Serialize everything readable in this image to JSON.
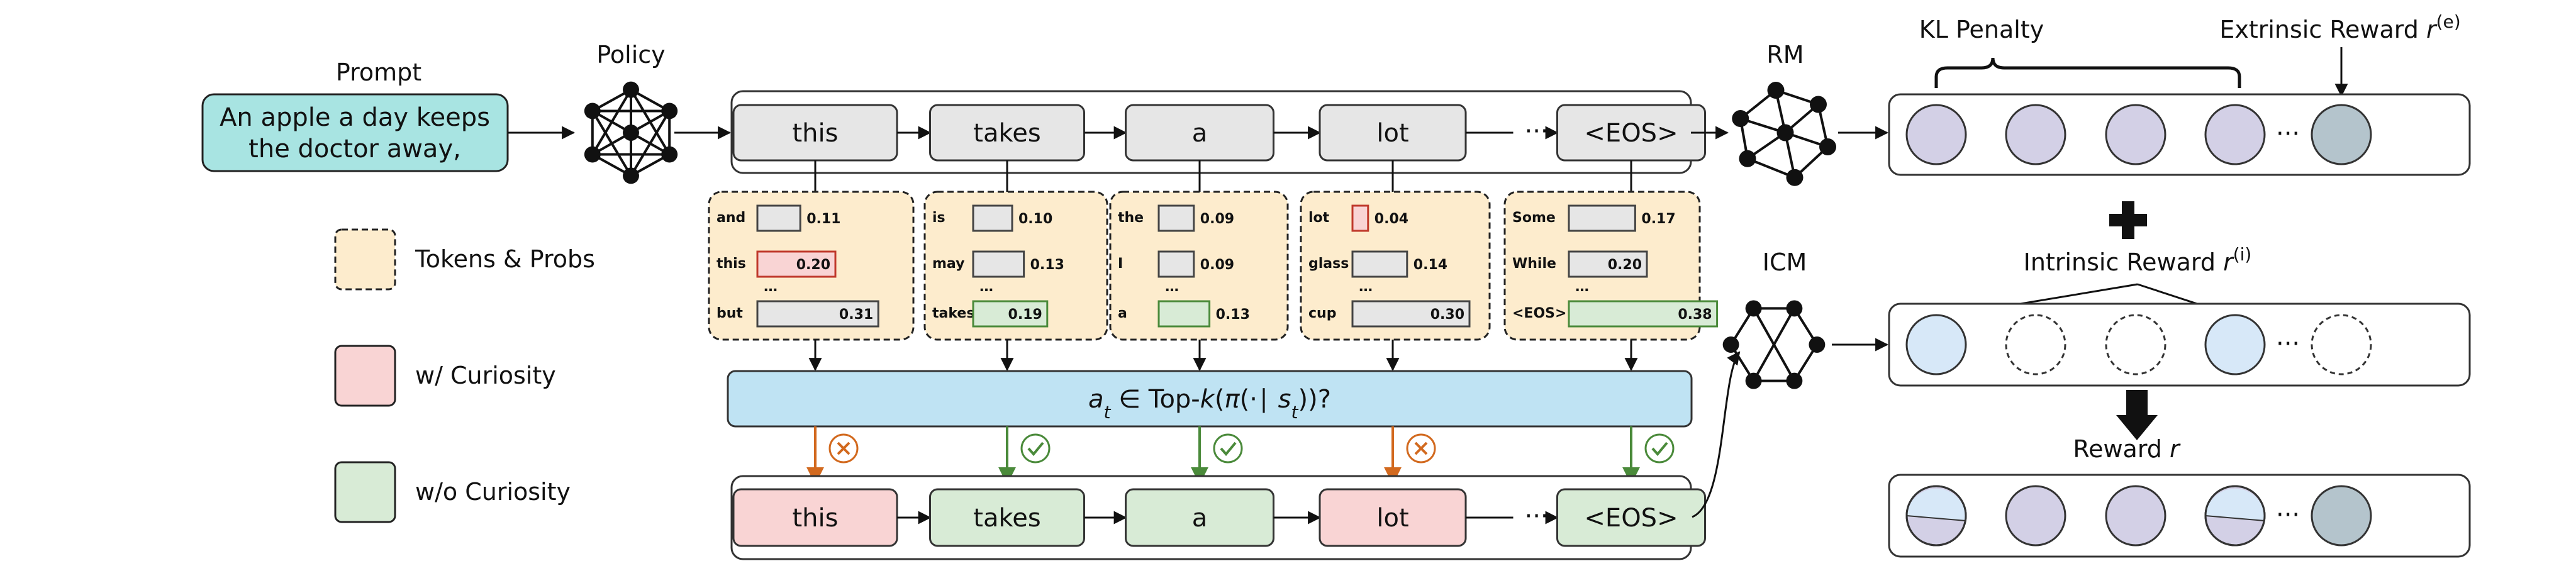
{
  "prompt": {
    "label": "Prompt",
    "text_line1": "An apple a day keeps",
    "text_line2": "the doctor away,"
  },
  "policy": {
    "label": "Policy"
  },
  "rm": {
    "label": "RM"
  },
  "icm": {
    "label": "ICM"
  },
  "legend": [
    {
      "label": "Tokens & Probs",
      "color": "#fdeccd"
    },
    {
      "label": "w/ Curiosity",
      "color": "#f9d4d4"
    },
    {
      "label": "w/o Curiosity",
      "color": "#d8ebd6"
    }
  ],
  "top_tokens": [
    "this",
    "takes",
    "a",
    "lot",
    "<EOS>"
  ],
  "ellipsis": "···",
  "bottom_tokens": [
    {
      "text": "this",
      "curious": true
    },
    {
      "text": "takes",
      "curious": false
    },
    {
      "text": "a",
      "curious": false
    },
    {
      "text": "lot",
      "curious": true
    },
    {
      "text": "<EOS>",
      "curious": false
    }
  ],
  "prob_groups": [
    {
      "rows": [
        {
          "word": "and",
          "prob": "0.11",
          "v": 0.11,
          "state": "none"
        },
        {
          "word": "this",
          "prob": "0.20",
          "v": 0.2,
          "state": "red"
        },
        {
          "word": "but",
          "prob": "0.31",
          "v": 0.31,
          "state": "none"
        }
      ]
    },
    {
      "rows": [
        {
          "word": "is",
          "prob": "0.10",
          "v": 0.1,
          "state": "none"
        },
        {
          "word": "may",
          "prob": "0.13",
          "v": 0.13,
          "state": "none"
        },
        {
          "word": "takes",
          "prob": "0.19",
          "v": 0.19,
          "state": "green"
        }
      ]
    },
    {
      "rows": [
        {
          "word": "the",
          "prob": "0.09",
          "v": 0.09,
          "state": "none"
        },
        {
          "word": "I",
          "prob": "0.09",
          "v": 0.09,
          "state": "none"
        },
        {
          "word": "a",
          "prob": "0.13",
          "v": 0.13,
          "state": "green"
        }
      ]
    },
    {
      "rows": [
        {
          "word": "lot",
          "prob": "0.04",
          "v": 0.04,
          "state": "red"
        },
        {
          "word": "glass",
          "prob": "0.14",
          "v": 0.14,
          "state": "none"
        },
        {
          "word": "cup",
          "prob": "0.30",
          "v": 0.3,
          "state": "none"
        }
      ]
    },
    {
      "rows": [
        {
          "word": "Some",
          "prob": "0.17",
          "v": 0.17,
          "state": "none"
        },
        {
          "word": "While",
          "prob": "0.20",
          "v": 0.2,
          "state": "none"
        },
        {
          "word": "<EOS>",
          "prob": "0.38",
          "v": 0.38,
          "state": "green"
        }
      ]
    }
  ],
  "prob_dots": "…",
  "condition": {
    "a": "a",
    "a_sub": "t",
    "in": " ∈ Top-",
    "k": "k",
    "paren": "(",
    "pi": "π",
    "mid": "(·∣ ",
    "s": "s",
    "s_sub": "t",
    "close": "))?"
  },
  "checks": [
    false,
    true,
    true,
    false,
    true
  ],
  "kl_label": "KL Penalty",
  "extrinsic": {
    "text": "Extrinsic Reward ",
    "sym": "r",
    "sup": "(e)"
  },
  "intrinsic": {
    "text": "Intrinsic Reward ",
    "sym": "r",
    "sup": "(i)"
  },
  "reward": {
    "text": "Reward ",
    "sym": "r"
  },
  "colors": {
    "prompt_fill": "#a8e4e2",
    "token_fill": "#e6e6e6",
    "red_fill": "#f9d4d4",
    "red_stroke": "#c0392b",
    "green_fill": "#d8ebd6",
    "green_stroke": "#4a8a3a",
    "prob_panel": "#fdeccd",
    "condition_fill": "#bfe3f3",
    "purple": "#d3d0e6",
    "slate": "#b4c4cc",
    "lightblue": "#d7e8f8",
    "arrow_red": "#d2691e",
    "arrow_green": "#4a8a3a"
  }
}
